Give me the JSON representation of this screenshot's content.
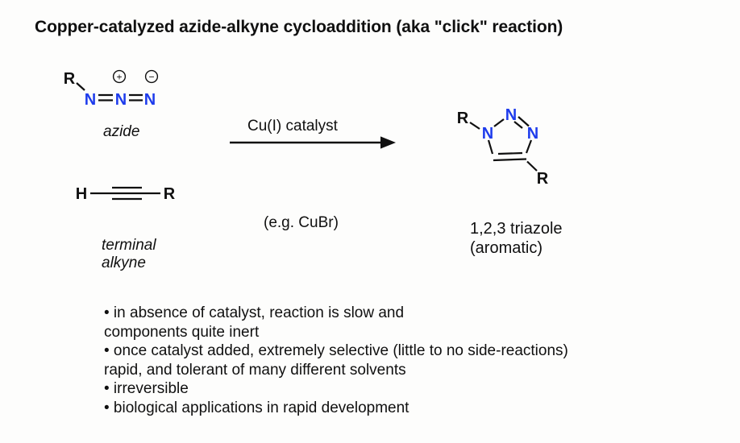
{
  "title": "Copper-catalyzed azide-alkyne cycloaddition (aka \"click\" reaction)",
  "colors": {
    "ink": "#101010",
    "atom_blue": "#1e3cec"
  },
  "azide": {
    "r": "R",
    "n1": "N",
    "n2": "N",
    "n3": "N",
    "plus_charge": "+",
    "minus_charge": "−",
    "caption": "azide"
  },
  "arrow": {
    "label_top": "Cu(I) catalyst",
    "label_bottom": "(e.g. CuBr)"
  },
  "alkyne": {
    "h": "H",
    "r": "R",
    "caption_line1": "terminal",
    "caption_line2": "alkyne"
  },
  "triazole": {
    "r_top": "R",
    "n1": "N",
    "n2": "N",
    "n3": "N",
    "r_bottom": "R",
    "caption_line1": "1,2,3 triazole",
    "caption_line2": "(aromatic)"
  },
  "notes": {
    "lines": [
      "• in absence of catalyst, reaction is slow and",
      "components quite inert",
      "• once catalyst added, extremely selective (little to no side-reactions)",
      "rapid, and tolerant of many different solvents",
      "• irreversible",
      "• biological applications in rapid development"
    ]
  }
}
